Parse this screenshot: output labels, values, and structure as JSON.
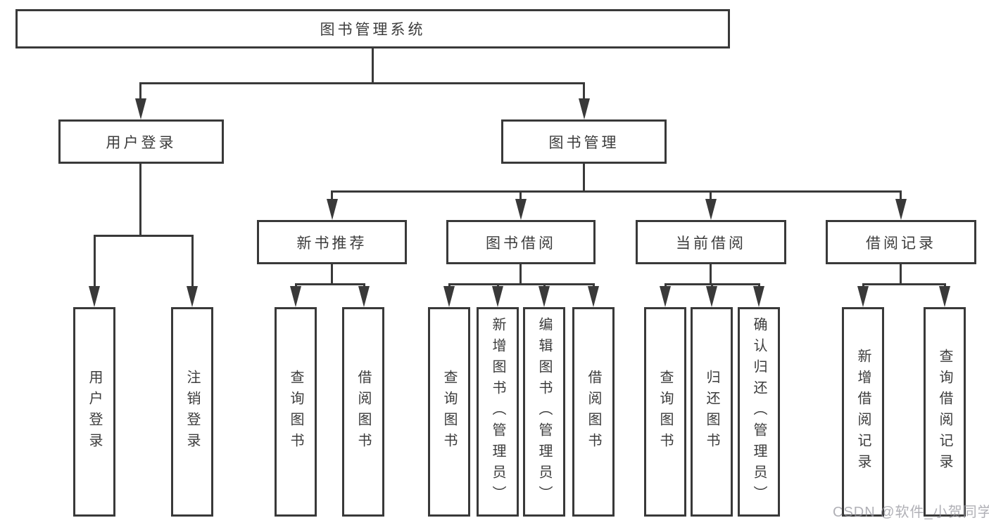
{
  "tree": {
    "root": {
      "label": "图书管理系统",
      "children": [
        {
          "label": "用户登录",
          "children": [
            {
              "label": "用户登录"
            },
            {
              "label": "注销登录"
            }
          ]
        },
        {
          "label": "图书管理",
          "children": [
            {
              "label": "新书推荐",
              "children": [
                {
                  "label": "查询图书"
                },
                {
                  "label": "借阅图书"
                }
              ]
            },
            {
              "label": "图书借阅",
              "children": [
                {
                  "label": "查询图书"
                },
                {
                  "label": "新增图书（管理员）"
                },
                {
                  "label": "编辑图书（管理员）"
                },
                {
                  "label": "借阅图书"
                }
              ]
            },
            {
              "label": "当前借阅",
              "children": [
                {
                  "label": "查询图书"
                },
                {
                  "label": "归还图书"
                },
                {
                  "label": "确认归还（管理员）"
                }
              ]
            },
            {
              "label": "借阅记录",
              "children": [
                {
                  "label": "新增借阅记录"
                },
                {
                  "label": "查询借阅记录"
                }
              ]
            }
          ]
        }
      ]
    }
  },
  "watermark": {
    "text": "CSDN @软件_小贺同学"
  },
  "colors": {
    "line": "#393939",
    "text": "#3c3c3c",
    "background": "#ffffff",
    "watermark": "#96969e"
  }
}
